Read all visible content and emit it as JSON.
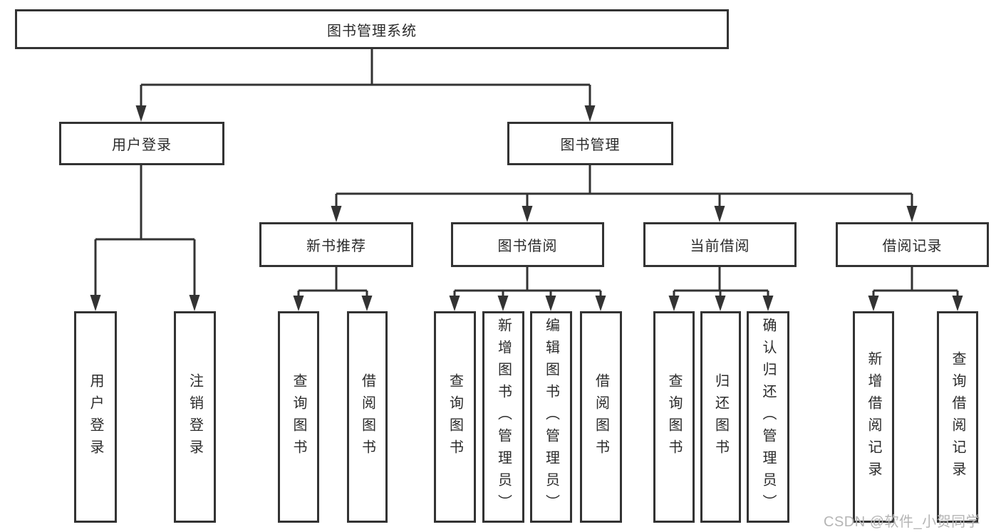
{
  "diagram": {
    "title": "图书管理系统",
    "type": "hierarchy-tree",
    "colors": {
      "line": "#333333",
      "box_border": "#333333",
      "box_fill": "#ffffff",
      "text": "#2b2b2b",
      "watermark": "#b5b5b5",
      "background": "#ffffff"
    },
    "nodes": {
      "root": {
        "label": "图书管理系统"
      },
      "userLogin": {
        "label": "用户登录"
      },
      "bookMgmt": {
        "label": "图书管理"
      },
      "newBookRec": {
        "label": "新书推荐"
      },
      "bookBorrow": {
        "label": "图书借阅"
      },
      "currentBorrow": {
        "label": "当前借阅"
      },
      "borrowRecord": {
        "label": "借阅记录"
      },
      "aUserLogin": {
        "label": "用户登录"
      },
      "aLogout": {
        "label": "注销登录"
      },
      "bQueryBook": {
        "label": "查询图书"
      },
      "bBorrowBook": {
        "label": "借阅图书"
      },
      "cQueryBook": {
        "label": "查询图书"
      },
      "cAddBook": {
        "label": "新增图书（管理员）"
      },
      "cEditBook": {
        "label": "编辑图书（管理员）"
      },
      "cBorrowBook": {
        "label": "借阅图书"
      },
      "dQueryBook": {
        "label": "查询图书"
      },
      "dReturnBook": {
        "label": "归还图书"
      },
      "dConfirmReturn": {
        "label": "确认归还（管理员）"
      },
      "eAddRecord": {
        "label": "新增借阅记录"
      },
      "eQueryRecord": {
        "label": "查询借阅记录"
      }
    },
    "edges": [
      {
        "from": "图书管理系统",
        "to": "用户登录"
      },
      {
        "from": "图书管理系统",
        "to": "图书管理"
      },
      {
        "from": "用户登录",
        "to": "用户登录"
      },
      {
        "from": "用户登录",
        "to": "注销登录"
      },
      {
        "from": "图书管理",
        "to": "新书推荐"
      },
      {
        "from": "图书管理",
        "to": "图书借阅"
      },
      {
        "from": "图书管理",
        "to": "当前借阅"
      },
      {
        "from": "图书管理",
        "to": "借阅记录"
      },
      {
        "from": "新书推荐",
        "to": "查询图书"
      },
      {
        "from": "新书推荐",
        "to": "借阅图书"
      },
      {
        "from": "图书借阅",
        "to": "查询图书"
      },
      {
        "from": "图书借阅",
        "to": "新增图书（管理员）"
      },
      {
        "from": "图书借阅",
        "to": "编辑图书（管理员）"
      },
      {
        "from": "图书借阅",
        "to": "借阅图书"
      },
      {
        "from": "当前借阅",
        "to": "查询图书"
      },
      {
        "from": "当前借阅",
        "to": "归还图书"
      },
      {
        "from": "当前借阅",
        "to": "确认归还（管理员）"
      },
      {
        "from": "借阅记录",
        "to": "新增借阅记录"
      },
      {
        "from": "借阅记录",
        "to": "查询借阅记录"
      }
    ],
    "watermark": "CSDN @软件_小贺同学"
  }
}
